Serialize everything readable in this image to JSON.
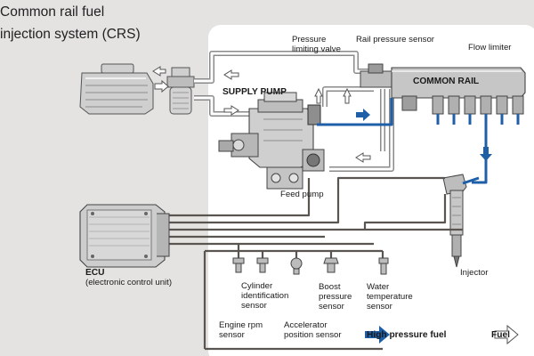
{
  "title": {
    "line1": "Common rail fuel",
    "line2": "injection system (CRS)"
  },
  "labels": {
    "pressure_limiting_valve": [
      "Pressure",
      "limiting valve"
    ],
    "rail_pressure_sensor": "Rail pressure sensor",
    "flow_limiter": "Flow limiter",
    "common_rail": "COMMON RAIL",
    "supply_pump": "SUPPLY PUMP",
    "feed_pump": "Feed pump",
    "ecu": "ECU",
    "ecu_full": "(electronic control unit)",
    "injector": "Injector",
    "cylinder_sensor": [
      "Cylinder",
      "identification",
      "sensor"
    ],
    "boost_sensor": [
      "Boost",
      "pressure",
      "sensor"
    ],
    "water_sensor": [
      "Water",
      "temperature",
      "sensor"
    ],
    "engine_rpm_sensor": [
      "Engine rpm",
      "sensor"
    ],
    "accelerator_sensor": [
      "Accelerator",
      "position sensor"
    ]
  },
  "legend": {
    "high_pressure": "High pressure fuel",
    "fuel": "Fuel"
  },
  "colors": {
    "background": "#e4e3e1",
    "panel": "#ffffff",
    "high_pressure_line": "#1f5fa8",
    "low_pressure_line": "#8a8a8a",
    "wire": "#5b5552",
    "component": "#c9c9c9",
    "component_dark": "#6e6e6e",
    "text": "#1a1a1a"
  },
  "icons": [
    "fuel-tank-icon",
    "fuel-filter-icon",
    "supply-pump-icon",
    "common-rail-icon",
    "injector-icon",
    "ecu-icon",
    "sensor-icon",
    "arrow-icon"
  ]
}
